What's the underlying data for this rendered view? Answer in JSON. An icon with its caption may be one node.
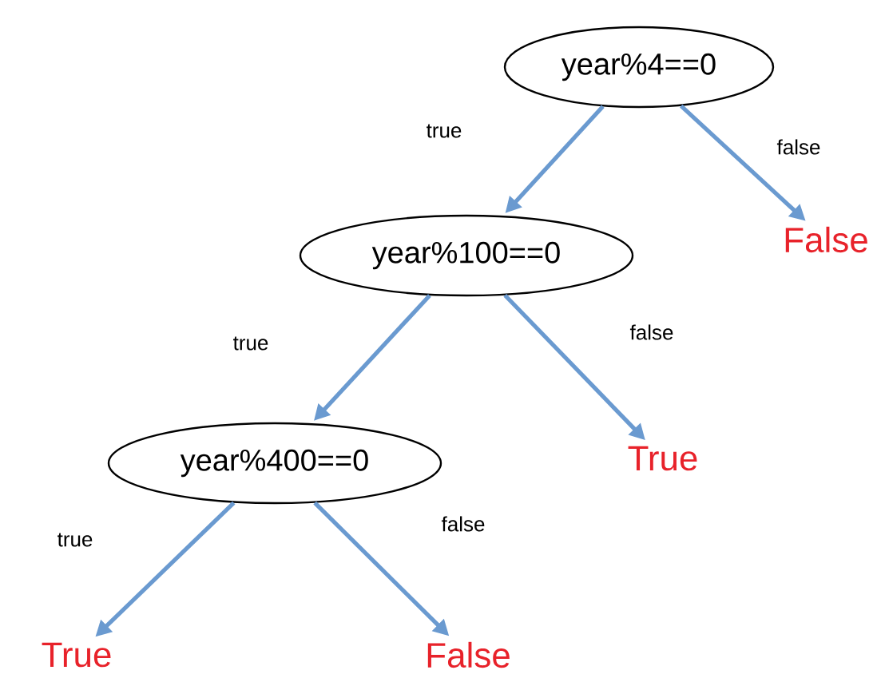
{
  "diagram": {
    "nodes": [
      {
        "text": [
          "year%4==0"
        ]
      },
      {
        "text": [
          "year%100==0"
        ]
      },
      {
        "text": [
          "False"
        ]
      },
      {
        "text": [
          "year%400==0"
        ]
      },
      {
        "text": [
          "True"
        ]
      },
      {
        "text": [
          "True"
        ]
      },
      {
        "text": [
          "False"
        ]
      }
    ],
    "edges": [
      {
        "from": 0,
        "to": 1,
        "arrow": "to",
        "label": "true"
      },
      {
        "from": 0,
        "to": 2,
        "arrow": "to",
        "label": "false"
      },
      {
        "from": 1,
        "to": 3,
        "arrow": "to",
        "label": "true"
      },
      {
        "from": 1,
        "to": 4,
        "arrow": "to",
        "label": "false"
      },
      {
        "from": 3,
        "to": 5,
        "arrow": "to",
        "label": "true"
      },
      {
        "from": 3,
        "to": 6,
        "arrow": "to",
        "label": "false"
      }
    ]
  }
}
